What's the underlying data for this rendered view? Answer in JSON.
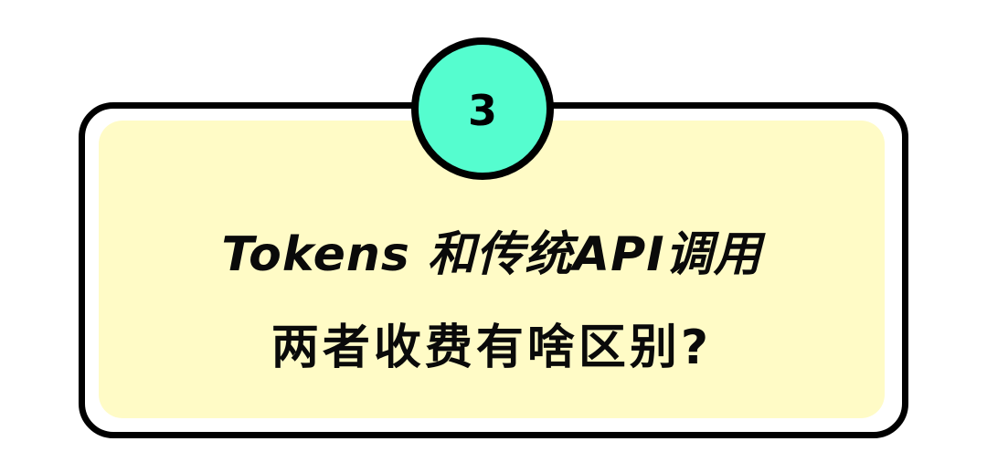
{
  "badge": {
    "number": "3",
    "color": "#55fdcf"
  },
  "card": {
    "fill_color": "#fffbc6",
    "border_color": "#000000"
  },
  "title": {
    "line1": "Tokens 和传统API调用",
    "line2": "两者收费有啥区别?"
  }
}
